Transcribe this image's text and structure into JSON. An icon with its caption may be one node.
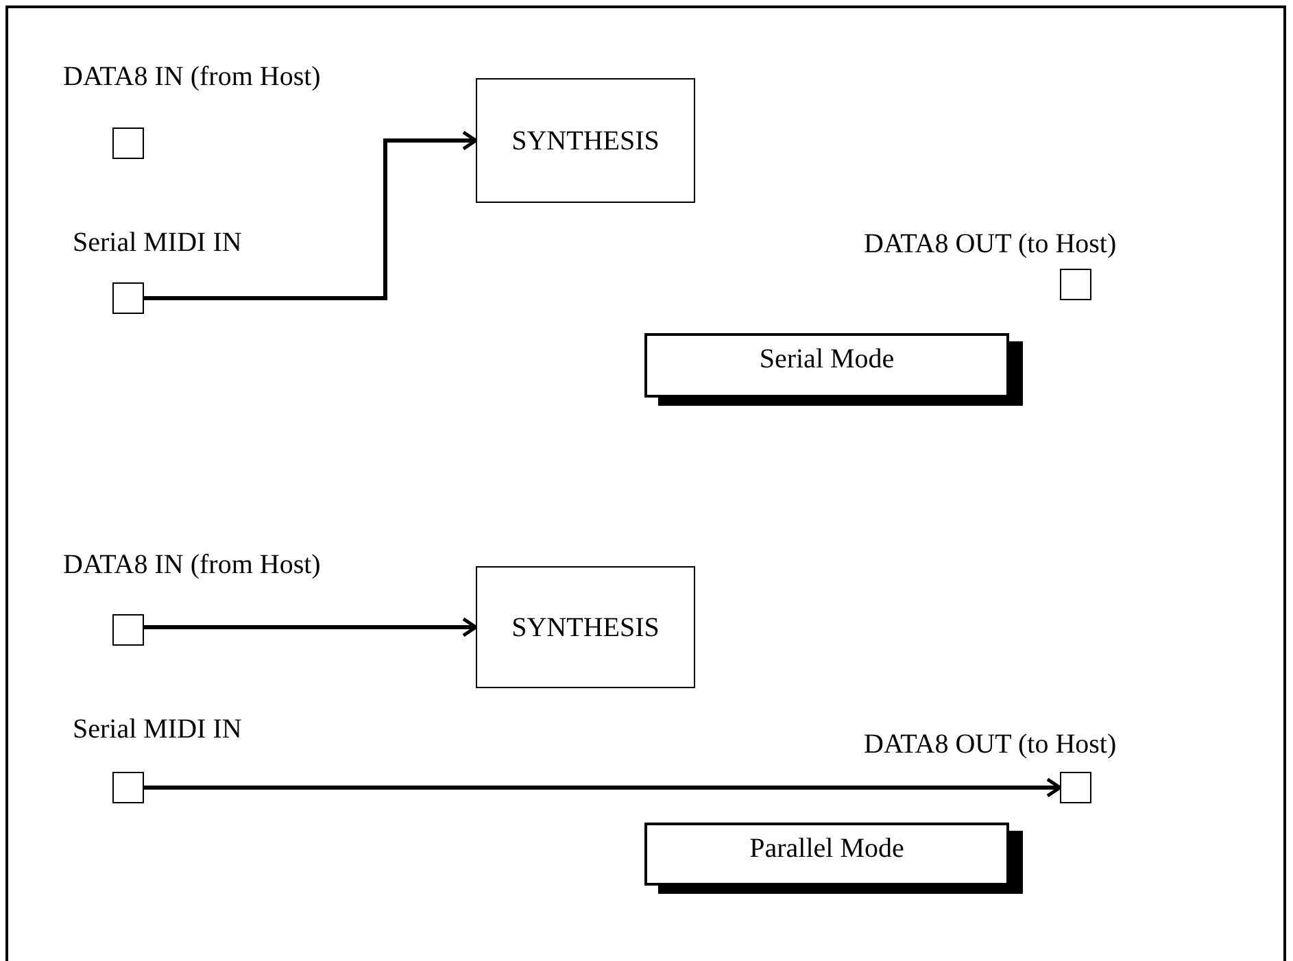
{
  "diagram": {
    "nodes": [
      {
        "text": [],
        "shape": "box",
        "beside": [
          "DATA8 IN (from Host)"
        ]
      },
      {
        "text": [
          "SYNTHESIS"
        ]
      },
      {
        "text": [],
        "shape": "box",
        "beside": [
          "Serial MIDI IN"
        ]
      },
      {
        "text": [],
        "shape": "box",
        "beside": [
          "DATA8 OUT (to Host)"
        ]
      },
      {
        "text": [
          "Serial Mode"
        ]
      },
      {
        "text": [],
        "shape": "box",
        "beside": [
          "DATA8 IN (from Host)"
        ]
      },
      {
        "text": [
          "SYNTHESIS"
        ]
      },
      {
        "text": [],
        "shape": "box",
        "beside": [
          "Serial MIDI IN"
        ]
      },
      {
        "text": [],
        "shape": "box",
        "beside": [
          "DATA8 OUT (to Host)"
        ]
      },
      {
        "text": [
          "Parallel Mode"
        ]
      }
    ],
    "edges": [
      {
        "from": 2,
        "to": 1,
        "arrow": "to"
      },
      {
        "from": 5,
        "to": 6,
        "arrow": "to"
      },
      {
        "from": 7,
        "to": 8,
        "arrow": "to"
      }
    ]
  }
}
